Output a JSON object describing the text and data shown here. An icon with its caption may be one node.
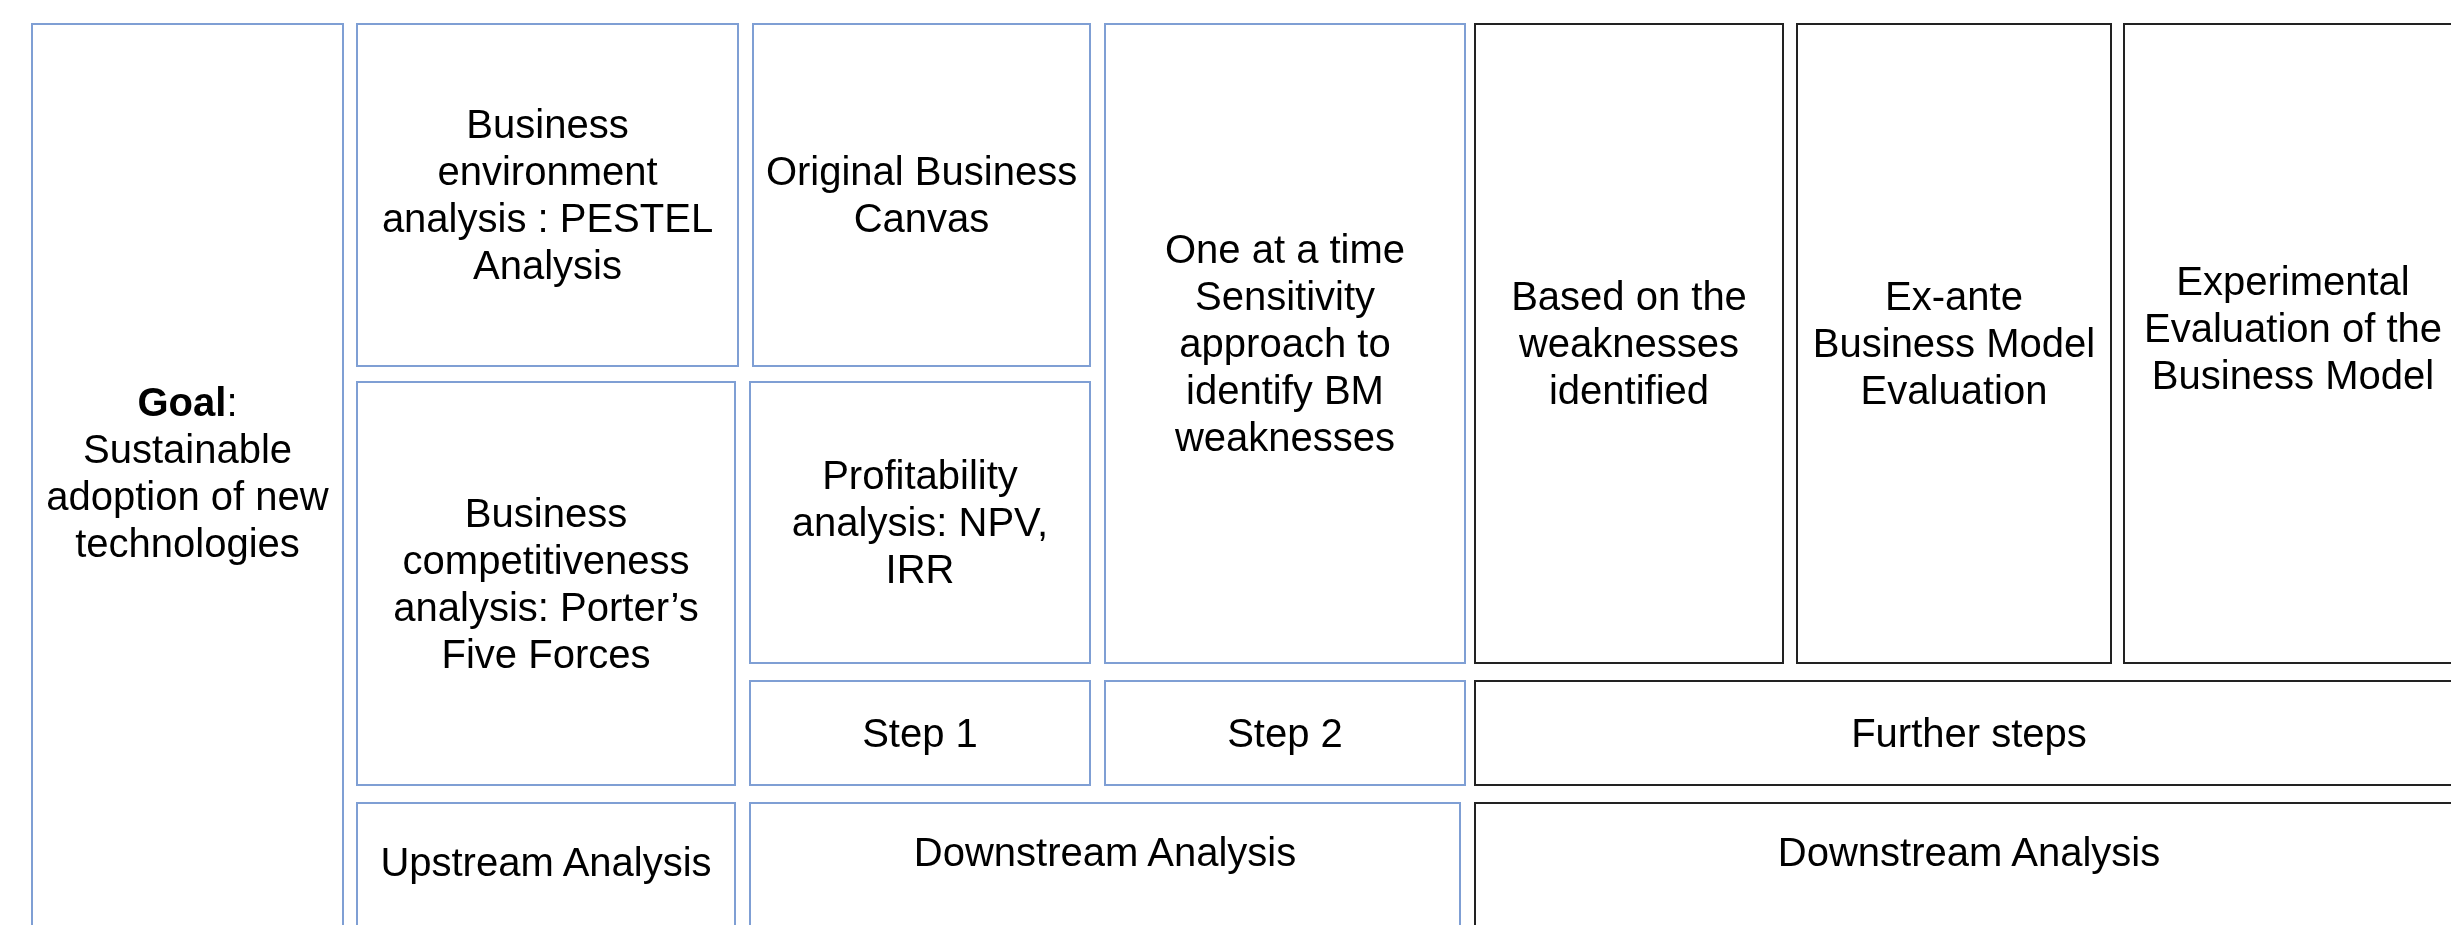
{
  "diagram": {
    "nodes": [
      {
        "text": [
          "**Goal**: Sustainable adoption of new technologies"
        ]
      },
      {
        "text": [
          "Business environment analysis : PESTEL Analysis"
        ]
      },
      {
        "text": [
          "Original Business Canvas"
        ]
      },
      {
        "text": [
          "One at a time Sensitivity approach to identify BM weaknesses"
        ]
      },
      {
        "text": [
          "Based on the weaknesses identified"
        ]
      },
      {
        "text": [
          "Ex-ante Business Model Evaluation"
        ]
      },
      {
        "text": [
          "Experimental Evaluation of the Business Model"
        ]
      },
      {
        "text": [
          "Business competitiveness analysis: Porter’s Five Forces"
        ]
      },
      {
        "text": [
          "Profitability analysis: NPV, IRR"
        ]
      },
      {
        "text": [
          "Step 1"
        ]
      },
      {
        "text": [
          "Step 2"
        ]
      },
      {
        "text": [
          "Further steps"
        ]
      },
      {
        "text": [
          "Upstream Analysis"
        ]
      },
      {
        "text": [
          "Downstream Analysis"
        ]
      },
      {
        "text": [
          "Downstream Analysis"
        ]
      }
    ]
  }
}
